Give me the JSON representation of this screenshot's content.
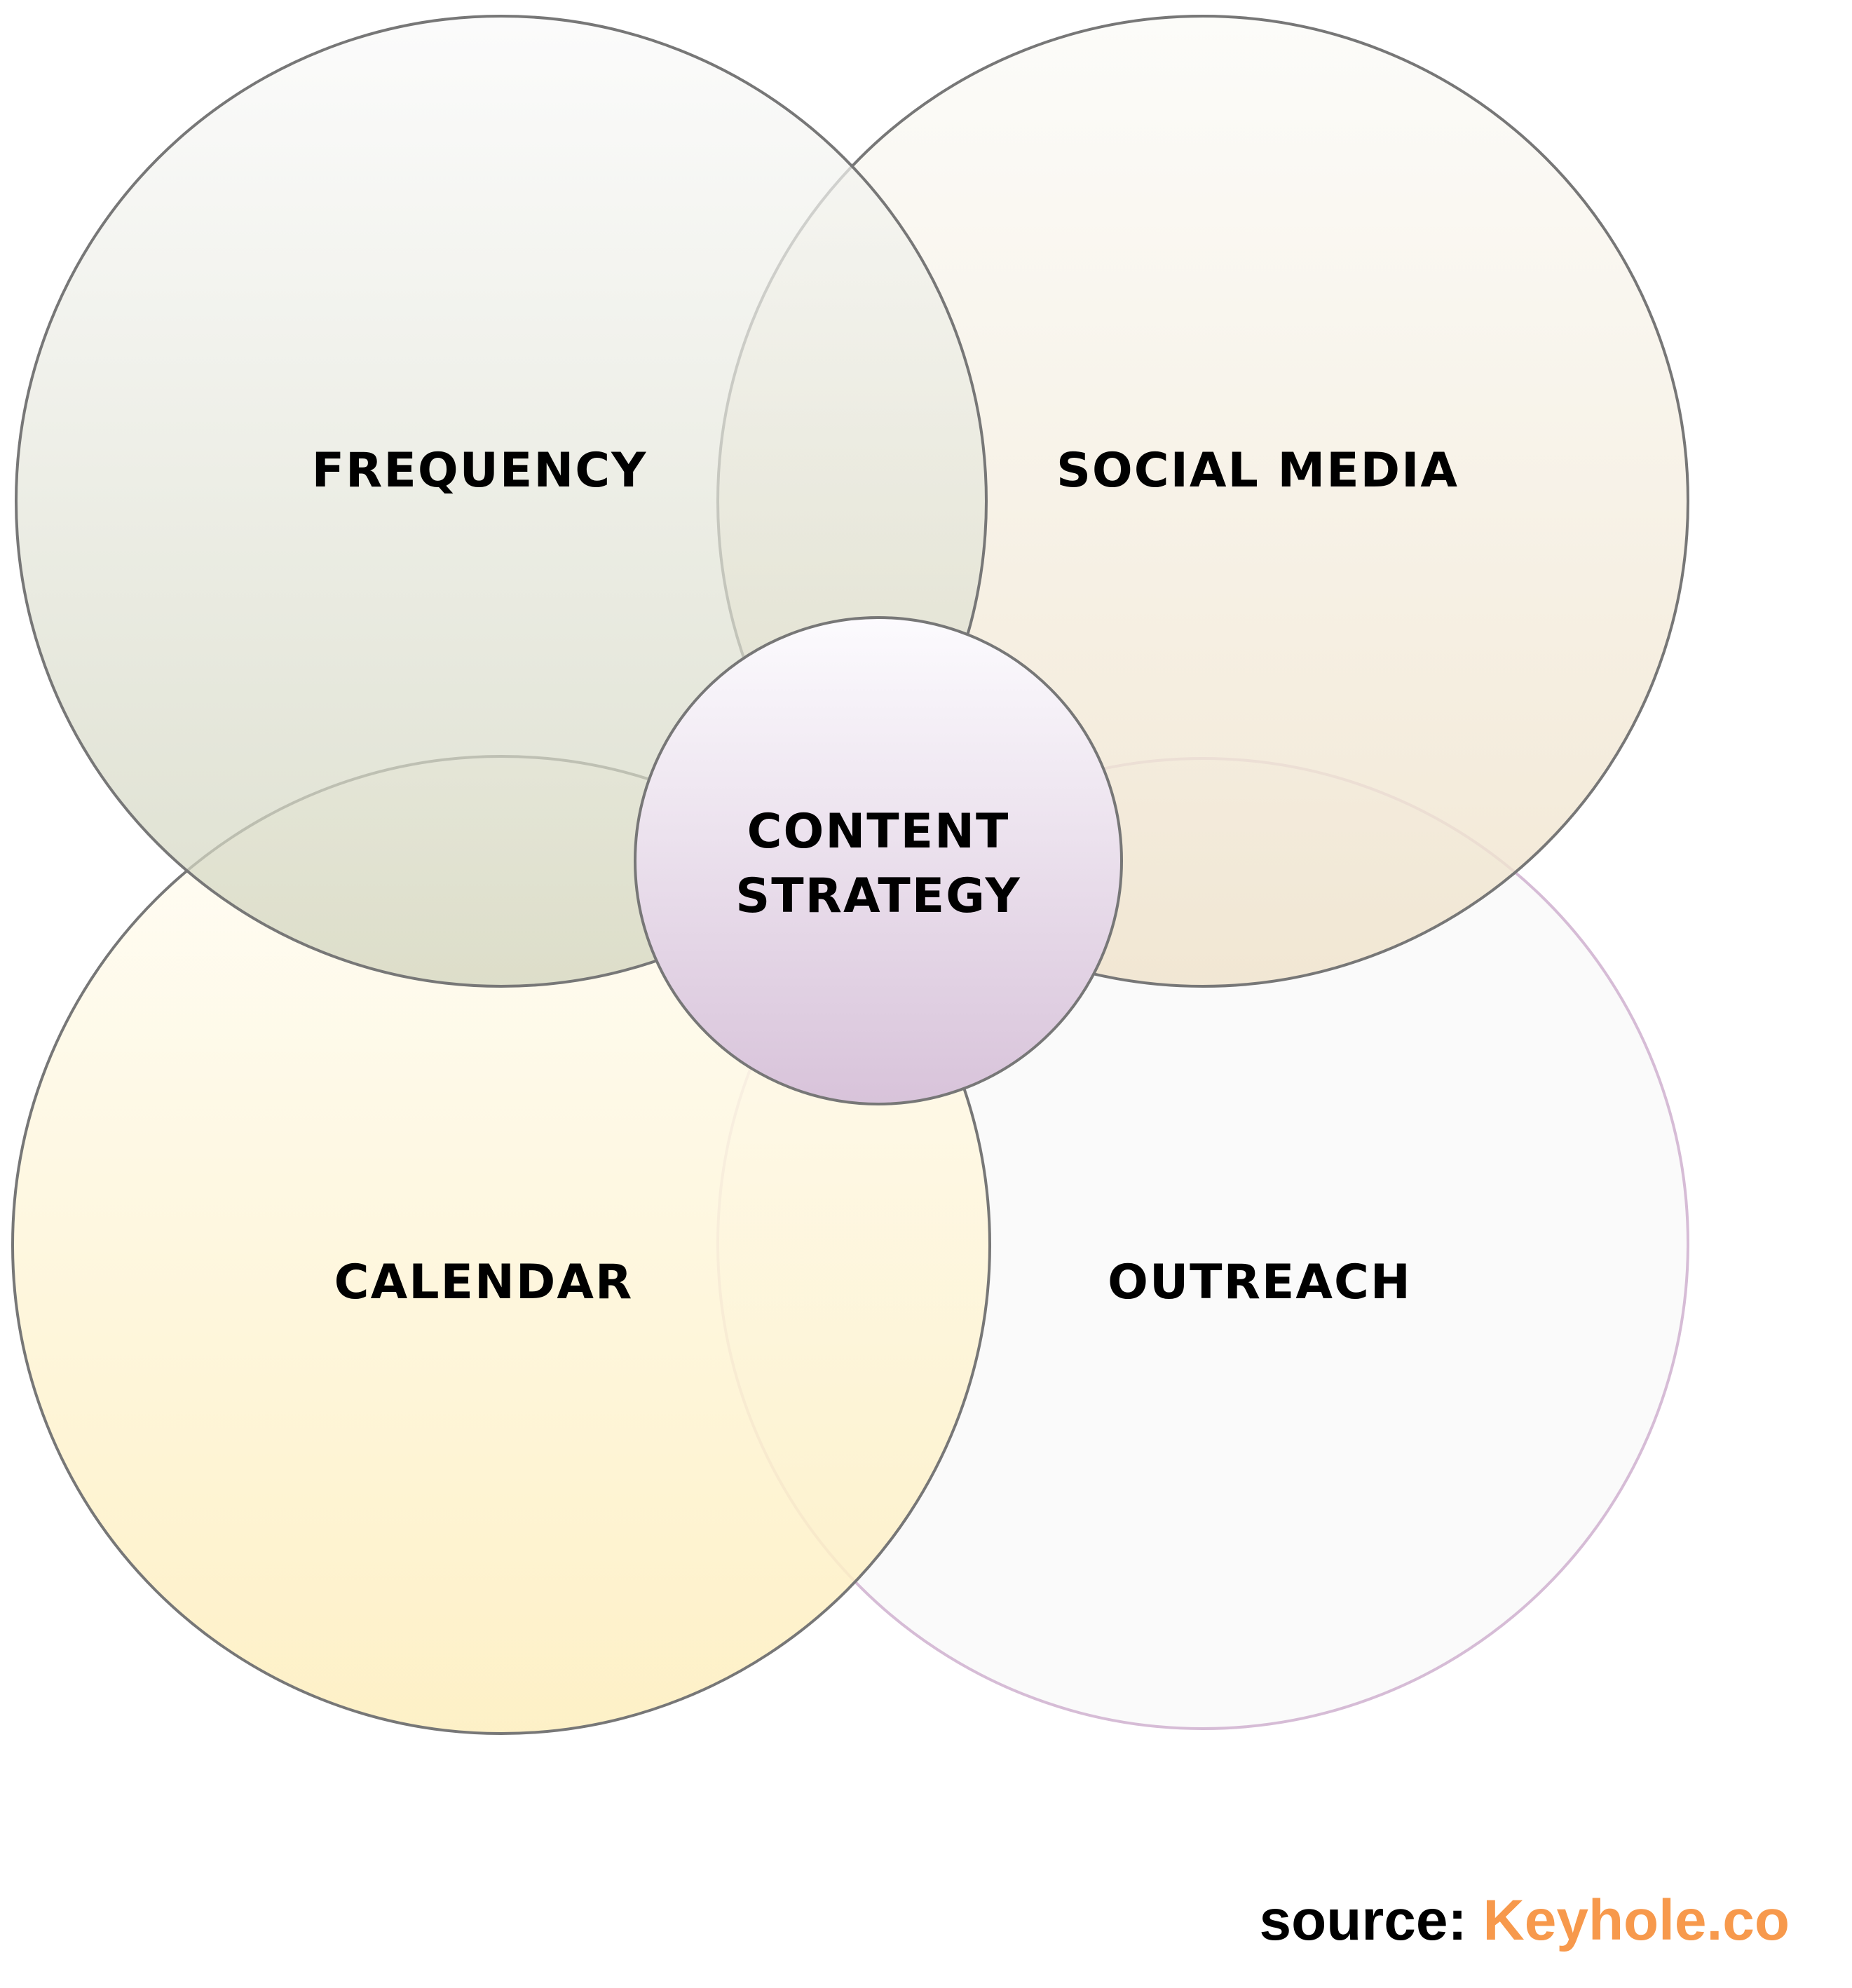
{
  "diagram": {
    "title_center": [
      "CONTENT",
      "STRATEGY"
    ],
    "circles": [
      {
        "label": "FREQUENCY",
        "color_top": "#fafafa",
        "color_bottom": "#d3d5c0"
      },
      {
        "label": "SOCIAL MEDIA",
        "color_top": "#fbfbf8",
        "color_bottom": "#efe3cb"
      },
      {
        "label": "CALENDAR",
        "color_top": "#fffdf6",
        "color_bottom": "#fdeebd"
      },
      {
        "label": "OUTREACH",
        "color_top": "#f9f9f9",
        "color_bottom": "#f9f9f9"
      }
    ],
    "center_colors": {
      "top": "#fcfbfe",
      "bottom": "#d8c3da"
    }
  },
  "footer": {
    "source_prefix": "source: ",
    "source_name": "Keyhole.co",
    "source_color": "#f7994c"
  }
}
